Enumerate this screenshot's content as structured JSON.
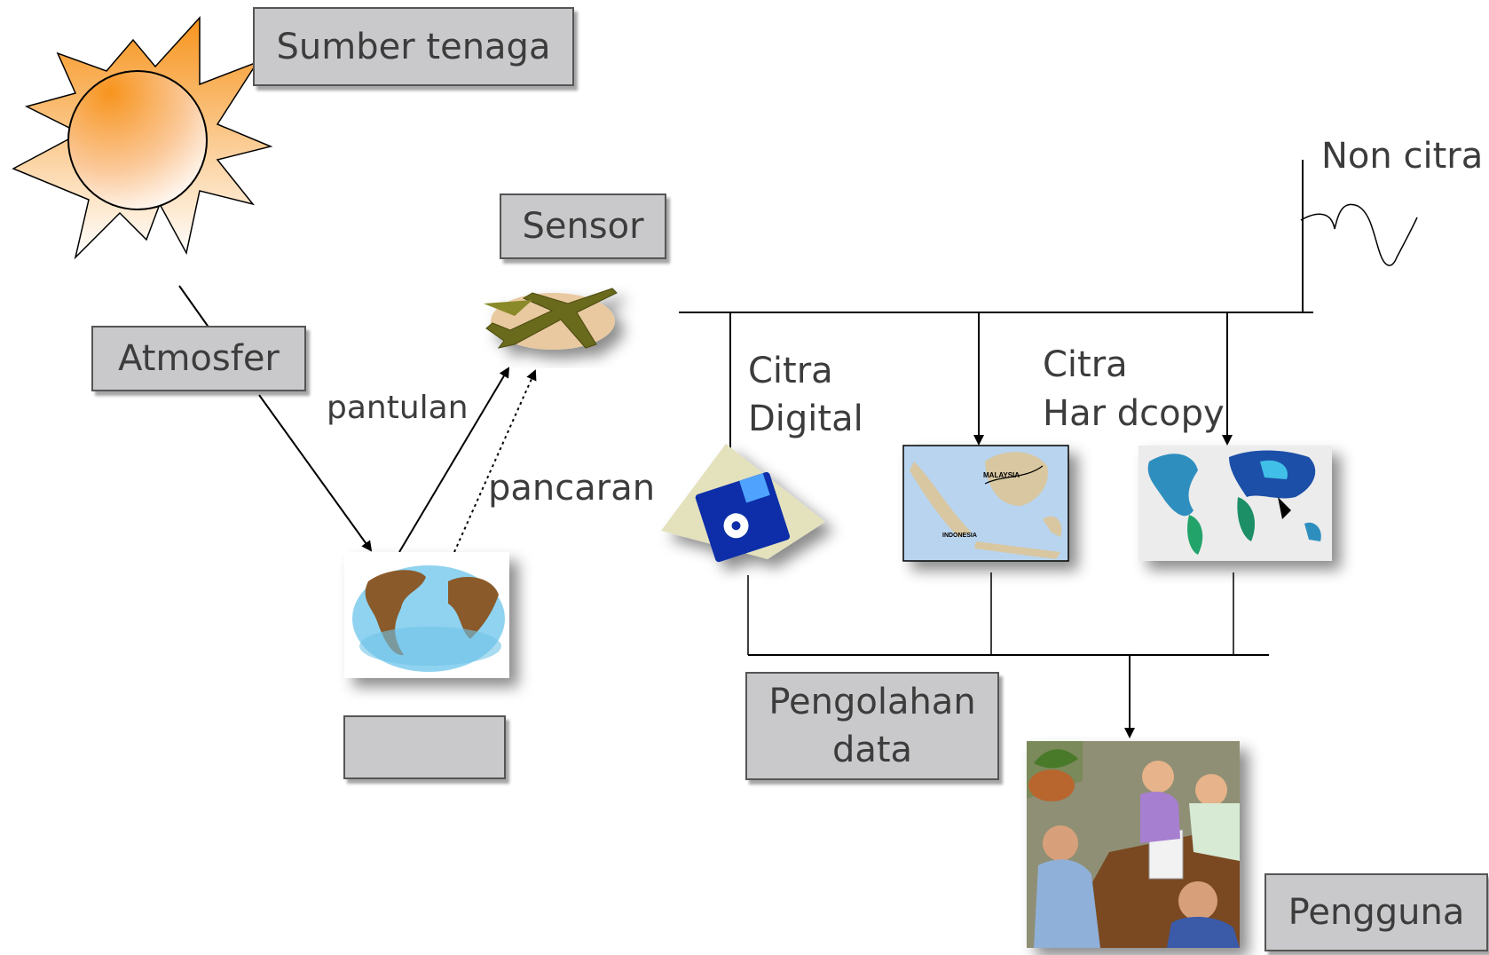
{
  "nodes": {
    "power_source": "Sumber tenaga",
    "sensor": "Sensor",
    "atmosphere": "Atmosfer",
    "data_processing_line1": "Pengolahan",
    "data_processing_line2": "data",
    "user": "Pengguna",
    "earth_object": ""
  },
  "labels": {
    "reflection": "pantulan",
    "emission": "pancaran",
    "non_image": "Non citra",
    "digital_image_line1": "Citra",
    "digital_image_line2": "Digital",
    "hardcopy_image_line1": "Citra",
    "hardcopy_image_line2": "Har dcopy"
  },
  "map_labels": {
    "malaysia": "MALAYSIA",
    "indonesia": "INDONESIA"
  },
  "colors": {
    "box_fill": "#c9c9cb",
    "sun_orange": "#f7941d",
    "ocean": "#8fd3f0",
    "land": "#8a5a2b",
    "floppy_blue": "#0b2fa8"
  },
  "icons": [
    "sun-icon",
    "airplane-icon",
    "globe-icon",
    "floppy-disk-icon",
    "map-indonesia-icon",
    "world-map-icon",
    "meeting-people-icon"
  ]
}
